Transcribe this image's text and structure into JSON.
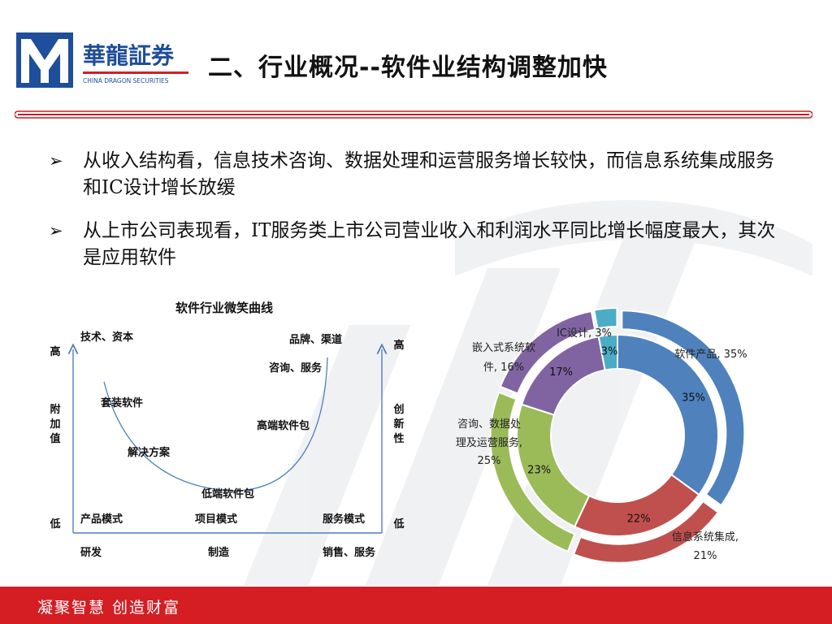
{
  "header": {
    "title": "二、行业概况--软件业结构调整加快",
    "logo": {
      "chinese_name": "華龍証券",
      "english_name": "CHINA DRAGON SECURITIES"
    }
  },
  "bullets": [
    "从收入结构看，信息技术咨询、数据处理和运营服务增长较快，而信息系统集成服务和IC设计增长放缓",
    "从上市公司表现看，IT服务类上市公司营业收入和利润水平同比增长幅度最大，其次是应用软件"
  ],
  "footer": {
    "slogan": "凝聚智慧 创造财富"
  },
  "colors": {
    "brand_red": "#d41e24",
    "brand_blue": "#1f4e9a",
    "software_products": "#4f81bd",
    "system_integration": "#c0504d",
    "consulting": "#9bbb59",
    "embedded": "#8064a2",
    "ic_design": "#4bacc6"
  },
  "chart_data": [
    {
      "type": "line",
      "title": "软件行业微笑曲线",
      "description_axes": {
        "left_axis": {
          "top": "高",
          "middle": "附加值",
          "bottom": "低"
        },
        "right_axis": {
          "top": "高",
          "middle": "创新性",
          "bottom": "低"
        },
        "x_stages": [
          "研发",
          "制造",
          "销售、服务"
        ],
        "modes": [
          "产品模式",
          "项目模式",
          "服务模式"
        ]
      },
      "labels": {
        "tech_capital": "技术、资本",
        "brand_channel": "品牌、渠道",
        "consulting_service": "咨询、服务",
        "packaged_software": "套装软件",
        "high_end_package": "高端软件包",
        "solutions": "解决方案",
        "low_end_package": "低端软件包"
      }
    },
    {
      "type": "pie",
      "subtype": "doughnut",
      "series": [
        {
          "ring": "outer",
          "slices": [
            {
              "label": "软件产品",
              "value": 35,
              "display": "软件产品, 35%",
              "color": "#4f81bd"
            },
            {
              "label": "信息系统集成",
              "value": 21,
              "display": "信息系统集成, 21%",
              "color": "#c0504d"
            },
            {
              "label": "咨询、数据处理及运营服务",
              "value": 25,
              "display": "咨询、数据处理及运营服务, 25%",
              "color": "#9bbb59"
            },
            {
              "label": "嵌入式系统软件",
              "value": 16,
              "display": "嵌入式系统软件, 16%",
              "color": "#8064a2"
            },
            {
              "label": "IC设计",
              "value": 3,
              "display": "IC设计, 3%",
              "color": "#4bacc6"
            }
          ]
        },
        {
          "ring": "inner",
          "slices": [
            {
              "label": "软件产品",
              "value": 35,
              "display": "35%",
              "color": "#4f81bd"
            },
            {
              "label": "信息系统集成",
              "value": 22,
              "display": "22%",
              "color": "#c0504d"
            },
            {
              "label": "咨询、数据处理及运营服务",
              "value": 23,
              "display": "23%",
              "color": "#9bbb59"
            },
            {
              "label": "嵌入式系统软件",
              "value": 17,
              "display": "17%",
              "color": "#8064a2"
            },
            {
              "label": "IC设计",
              "value": 3,
              "display": "3%",
              "color": "#4bacc6"
            }
          ]
        }
      ]
    }
  ]
}
